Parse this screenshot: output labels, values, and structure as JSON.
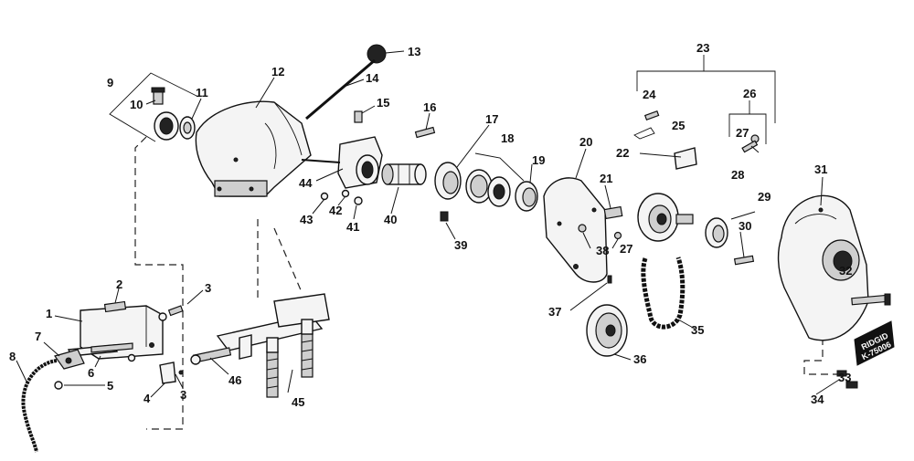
{
  "diagram": {
    "callouts": [
      "1",
      "2",
      "3",
      "3",
      "4",
      "5",
      "6",
      "7",
      "8",
      "9",
      "10",
      "11",
      "12",
      "13",
      "14",
      "15",
      "16",
      "17",
      "18",
      "19",
      "20",
      "21",
      "22",
      "23",
      "24",
      "25",
      "26",
      "27",
      "27",
      "28",
      "29",
      "30",
      "31",
      "32",
      "33",
      "34",
      "35",
      "36",
      "37",
      "38",
      "39",
      "40",
      "41",
      "42",
      "43",
      "44",
      "45",
      "46"
    ],
    "plate_text": [
      "RIDGID",
      "K-75006"
    ]
  }
}
